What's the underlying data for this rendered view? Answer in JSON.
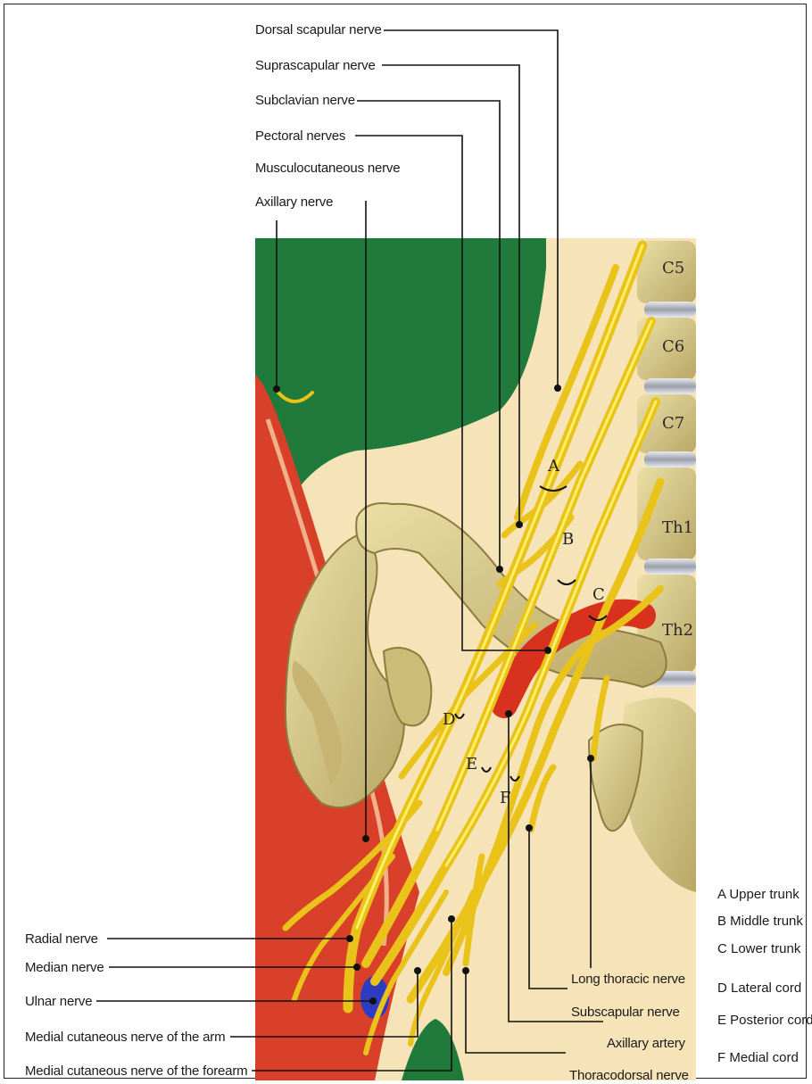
{
  "labels": {
    "dorsal_scapular": "Dorsal scapular nerve",
    "suprascapular": "Suprascapular nerve",
    "subclavian": "Subclavian nerve",
    "pectoral": "Pectoral nerves",
    "musculocutaneous": "Musculocutaneous nerve",
    "axillary": "Axillary nerve",
    "radial": "Radial nerve",
    "median": "Median nerve",
    "ulnar": "Ulnar nerve",
    "med_cut_arm": "Medial cutaneous nerve of the arm",
    "med_cut_forearm": "Medial cutaneous nerve of the forearm",
    "long_thoracic": "Long thoracic nerve",
    "subscapular": "Subscapular nerve",
    "axillary_artery": "Axillary artery",
    "thoracodorsal": "Thoracodorsal nerve"
  },
  "segments": {
    "A": "A",
    "B": "B",
    "C": "C",
    "D": "D",
    "E": "E",
    "F": "F"
  },
  "vertebrae": {
    "c5": "C5",
    "c6": "C6",
    "c7": "C7",
    "th1": "Th1",
    "th2": "Th2"
  },
  "legend": [
    "A Upper trunk",
    "B Middle trunk",
    "C Lower trunk",
    "D Lateral cord",
    "E Posterior cord",
    "F Medial cord"
  ],
  "colors": {
    "muscle_green": "#1f7a3c",
    "skin": "#f6e3b8",
    "bone": "#d9c98a",
    "nerve": "#f2d11c",
    "artery": "#d8321e",
    "vein": "#2e3cc2"
  }
}
